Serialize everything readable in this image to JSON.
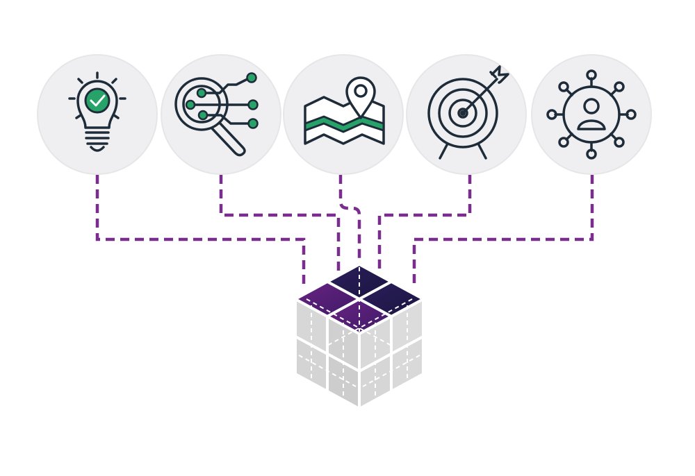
{
  "nodes": [
    {
      "id": "idea",
      "icon": "lightbulb-check-icon"
    },
    {
      "id": "analysis",
      "icon": "magnifier-network-icon"
    },
    {
      "id": "map",
      "icon": "map-pin-icon"
    },
    {
      "id": "target",
      "icon": "target-arrow-icon"
    },
    {
      "id": "network",
      "icon": "person-network-icon"
    }
  ],
  "hub": {
    "icon": "cube-grid-icon"
  },
  "colors": {
    "circle_fill": "#efeff1",
    "circle_stroke": "#e4e4e7",
    "icon_stroke": "#1e2b38",
    "accent_green": "#27a36a",
    "connector": "#7b2d8e",
    "cube_top_dark": "#241a4f",
    "cube_top_purple": "#5a1e78",
    "cube_side": "#d9d9d9",
    "cube_edge": "#ffffff"
  }
}
